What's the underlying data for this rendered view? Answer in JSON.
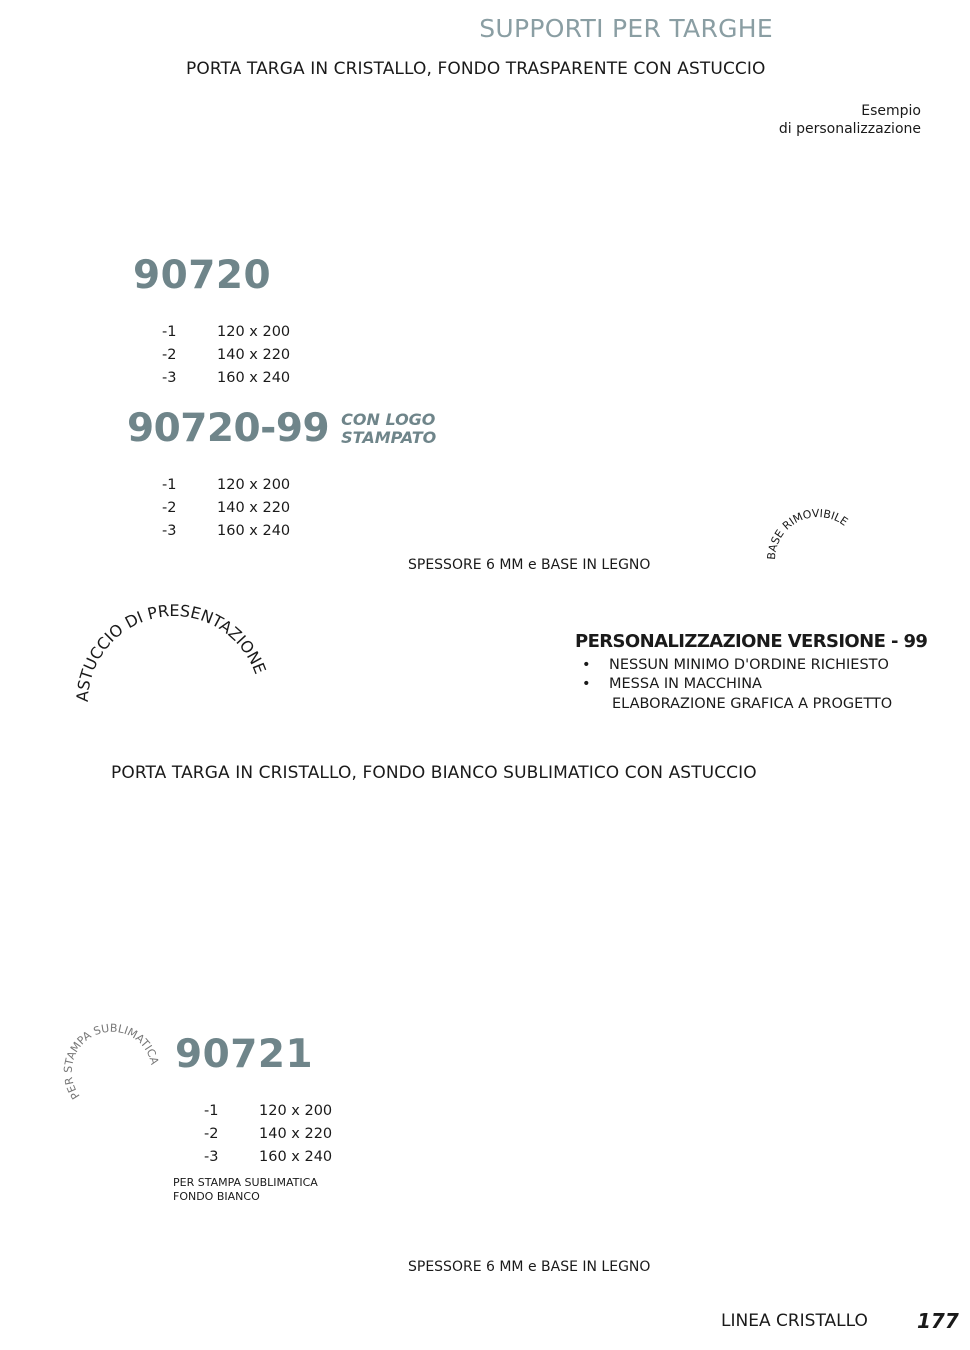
{
  "header": {
    "title": "SUPPORTI PER TARGHE",
    "subtitle1": "PORTA TARGA IN CRISTALLO,  FONDO TRASPARENTE CON ASTUCCIO",
    "example_line1": "Esempio",
    "example_line2": "di personalizzazione"
  },
  "product1": {
    "code": "90720",
    "sizes": [
      {
        "variant": "-1",
        "size": "120 x 200"
      },
      {
        "variant": "-2",
        "size": "140 x 220"
      },
      {
        "variant": "-3",
        "size": "160 x 240"
      }
    ]
  },
  "product2": {
    "code": "90720-99",
    "tag_line1": "CON LOGO",
    "tag_line2": "STAMPATO",
    "sizes": [
      {
        "variant": "-1",
        "size": "120 x 200"
      },
      {
        "variant": "-2",
        "size": "140 x 220"
      },
      {
        "variant": "-3",
        "size": "160 x 240"
      }
    ]
  },
  "thickness1": "SPESSORE 6 MM e BASE IN LEGNO",
  "curved": {
    "base": "BASE RIMOVIBILE",
    "case": "ASTUCCIO DI PRESENTAZIONE",
    "sublimation": "PER STAMPA SUBLIMATICA"
  },
  "personalization": {
    "title": "PERSONALIZZAZIONE VERSIONE - 99",
    "items": [
      "NESSUN MINIMO D'ORDINE RICHIESTO",
      "MESSA IN MACCHINA"
    ],
    "extra": "ELABORAZIONE GRAFICA A PROGETTO",
    "bullet": "•"
  },
  "subtitle2": "PORTA TARGA IN CRISTALLO,  FONDO BIANCO SUBLIMATICO CON ASTUCCIO",
  "product3": {
    "code": "90721",
    "sizes": [
      {
        "variant": "-1",
        "size": "120 x 200"
      },
      {
        "variant": "-2",
        "size": "140 x 220"
      },
      {
        "variant": "-3",
        "size": "160 x 240"
      }
    ],
    "note_line1": "PER STAMPA SUBLIMATICA",
    "note_line2": "FONDO BIANCO"
  },
  "thickness2": "SPESSORE 6 MM e BASE IN LEGNO",
  "footer": {
    "line": "LINEA CRISTALLO",
    "page": "177"
  }
}
